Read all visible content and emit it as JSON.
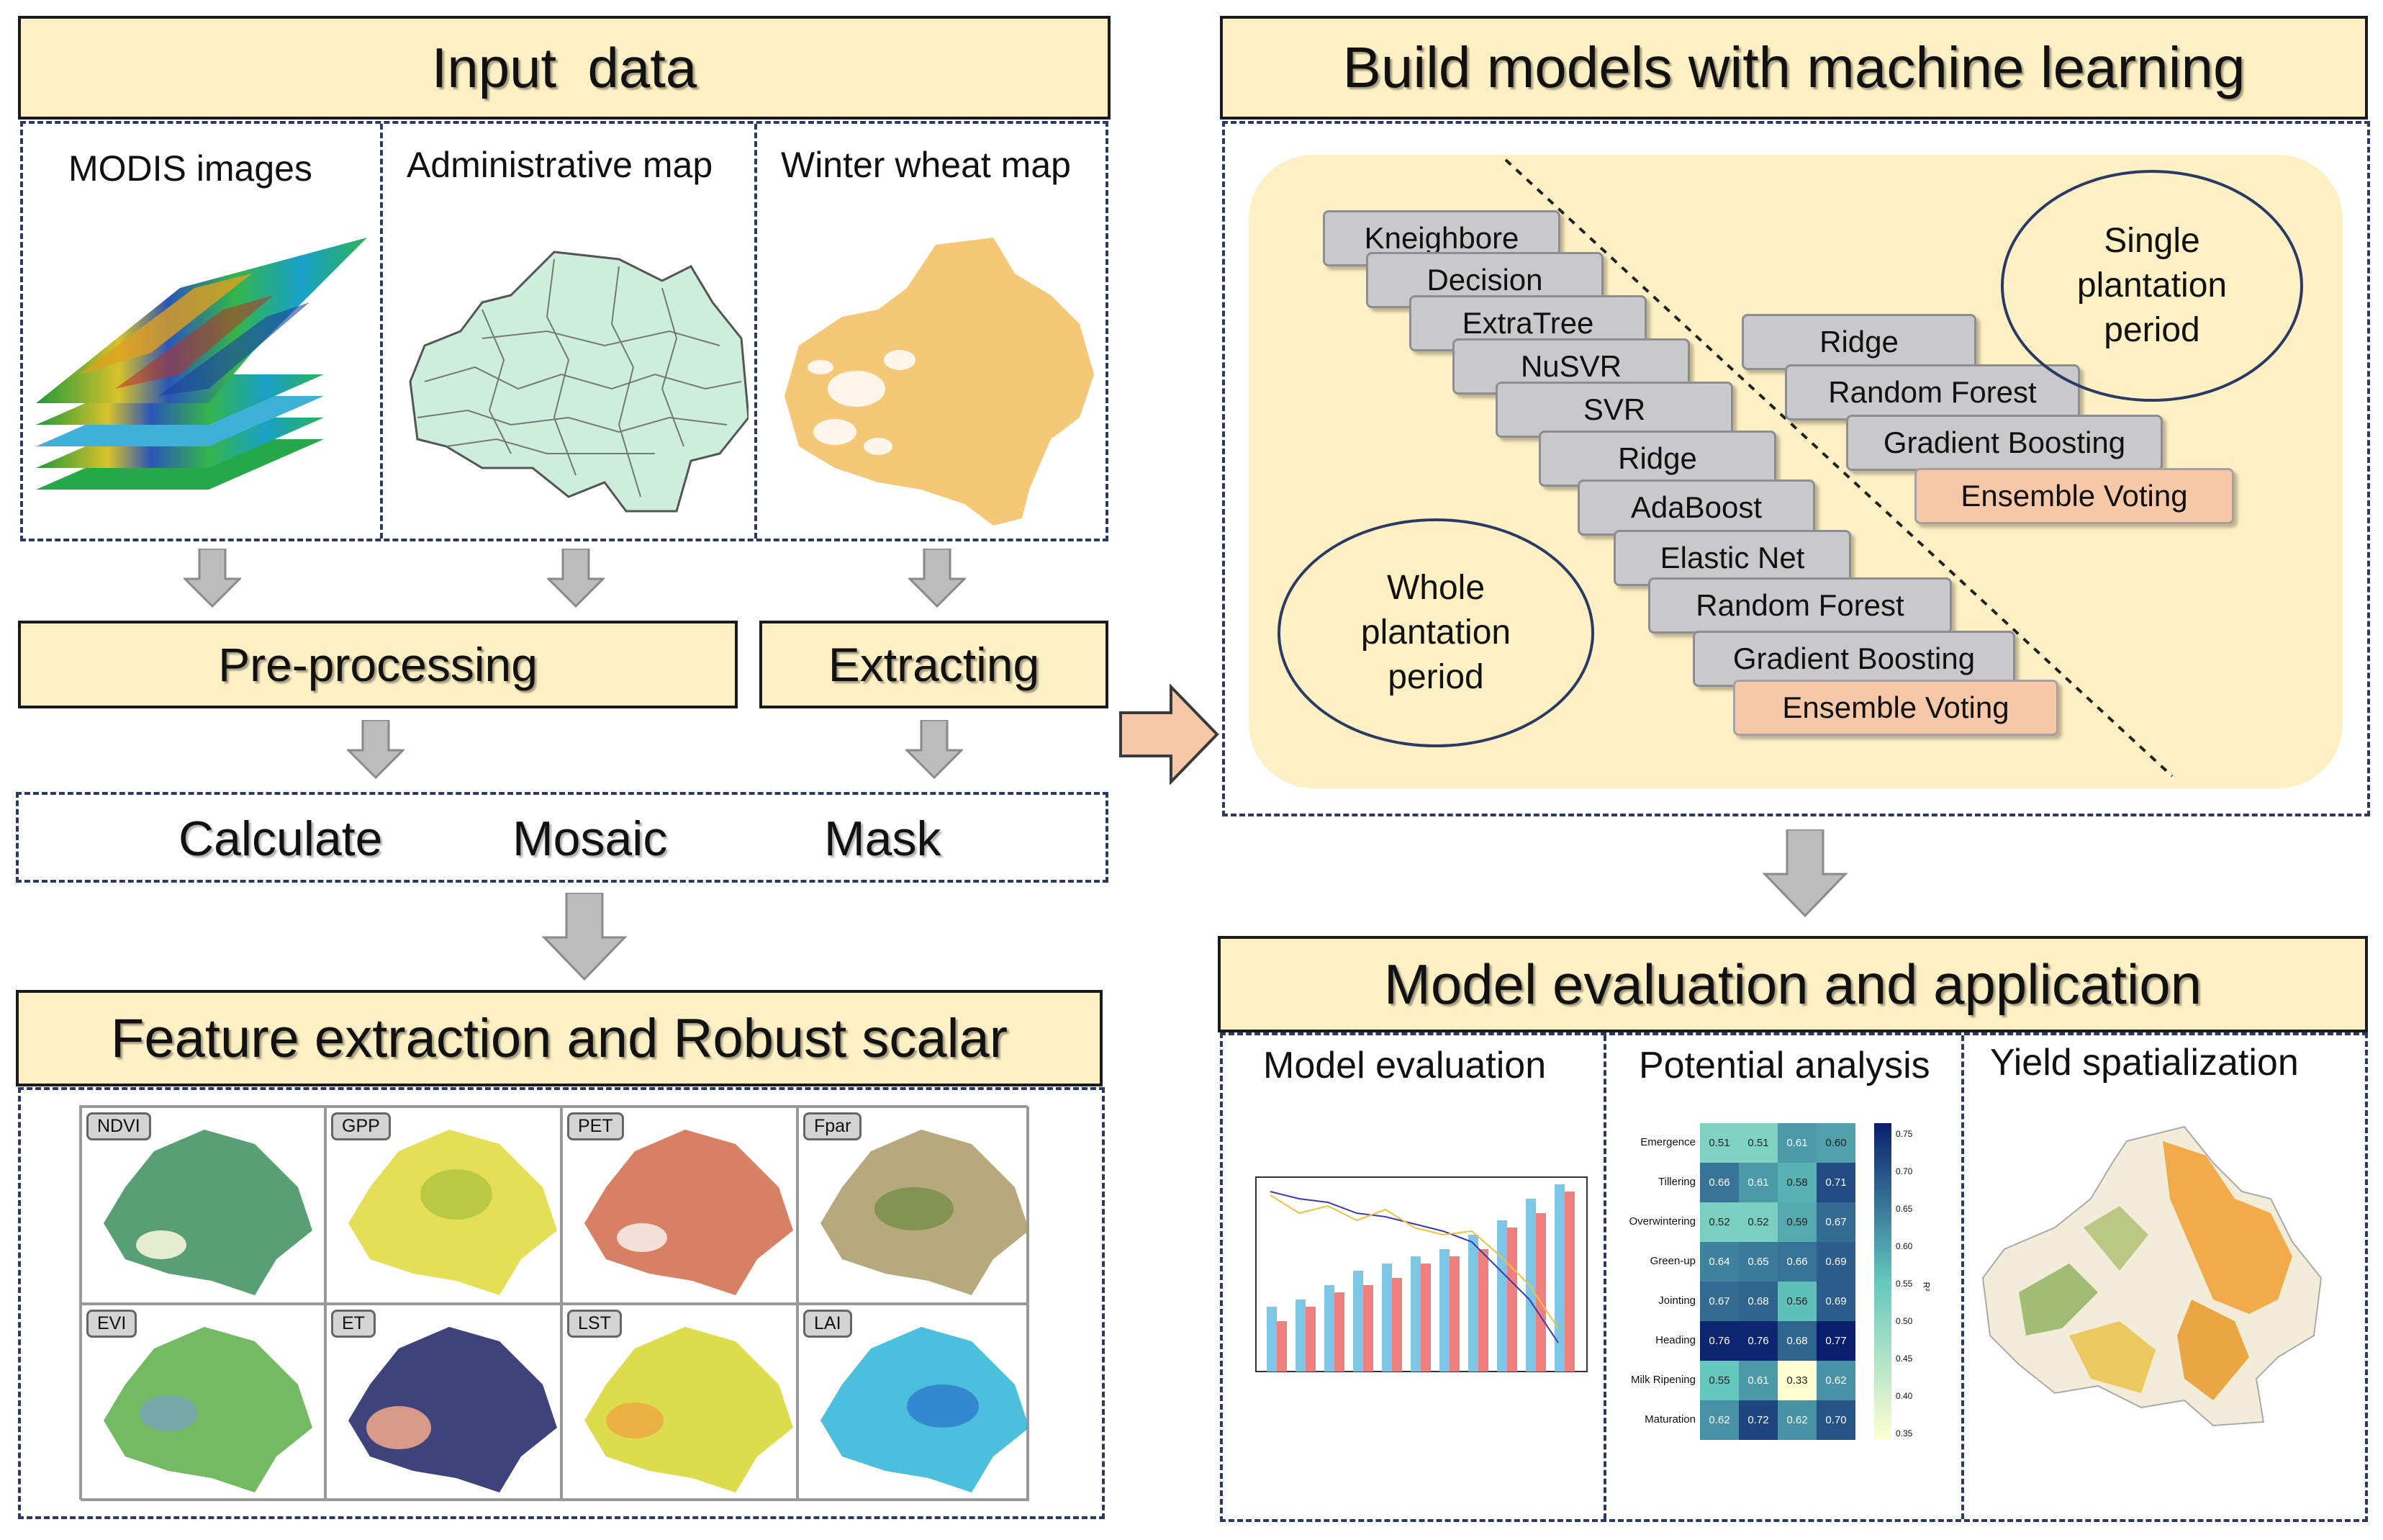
{
  "left": {
    "input_title": "Input  data",
    "sources": [
      {
        "label": "MODIS images"
      },
      {
        "label": "Administrative map"
      },
      {
        "label": "Winter wheat map"
      }
    ],
    "preprocessing": "Pre-processing",
    "extracting": "Extracting",
    "steps": [
      "Calculate",
      "Mosaic",
      "Mask"
    ],
    "feature_title": "Feature extraction and Robust scalar",
    "feature_tags": [
      "NDVI",
      "GPP",
      "PET",
      "Fpar",
      "EVI",
      "ET",
      "LST",
      "LAI"
    ]
  },
  "right": {
    "ml_title": "Build models with machine learning",
    "whole_period": "Whole plantation period",
    "single_period": "Single plantation period",
    "whole_models": [
      "Kneighbore",
      "Decision",
      "ExtraTree",
      "NuSVR",
      "SVR",
      "Ridge",
      "AdaBoost",
      "Elastic Net",
      "Random Forest",
      "Gradient Boosting",
      "Ensemble Voting"
    ],
    "single_models": [
      "Ridge",
      "Random Forest",
      "Gradient Boosting",
      "Ensemble Voting"
    ],
    "eval_title": "Model evaluation and application",
    "eval_panels": [
      "Model evaluation",
      "Potential analysis",
      "Yield spatialization"
    ]
  },
  "heatmap": {
    "rows": [
      "Emergence",
      "Tillering",
      "Overwintering",
      "Green-up",
      "Jointing",
      "Heading",
      "Milk Ripening",
      "Maturation"
    ],
    "values": [
      [
        0.51,
        0.51,
        0.61,
        0.6
      ],
      [
        0.66,
        0.61,
        0.58,
        0.71
      ],
      [
        0.52,
        0.52,
        0.59,
        0.67
      ],
      [
        0.64,
        0.65,
        0.66,
        0.69
      ],
      [
        0.67,
        0.68,
        0.56,
        0.69
      ],
      [
        0.76,
        0.76,
        0.68,
        0.77
      ],
      [
        0.55,
        0.61,
        0.33,
        0.62
      ],
      [
        0.62,
        0.72,
        0.62,
        0.7
      ]
    ],
    "colorbar_ticks": [
      "0.75",
      "0.70",
      "0.65",
      "0.60",
      "0.55",
      "0.50",
      "0.45",
      "0.40",
      "0.35"
    ],
    "colorbar_label": "R²"
  },
  "colors": {
    "title_fill": "#fdf0c4",
    "border_dash": "#2b3a63",
    "arrow_gray": "#bcbcbc",
    "ml_panel": "#fdf0c4",
    "model_box": "#c9c9cc",
    "vote_box": "#f6c8a8",
    "big_arrow": "#f6c8a8"
  }
}
